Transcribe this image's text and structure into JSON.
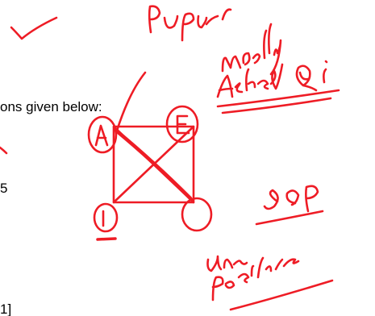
{
  "document": {
    "printed_lines": [
      "ons given below:",
      "5",
      "1]"
    ]
  },
  "annotations": {
    "ink_color": "#ee1c25",
    "handwritten_words": [
      "Purpose",
      "mostly",
      "Asked Qi",
      "SOP",
      "Unique",
      "Positive"
    ],
    "vertex_labels": [
      "A",
      "E",
      "",
      ""
    ],
    "marks": [
      "check-mark",
      "tick-mark",
      "underline",
      "square-with-diagonals",
      "dash"
    ]
  }
}
